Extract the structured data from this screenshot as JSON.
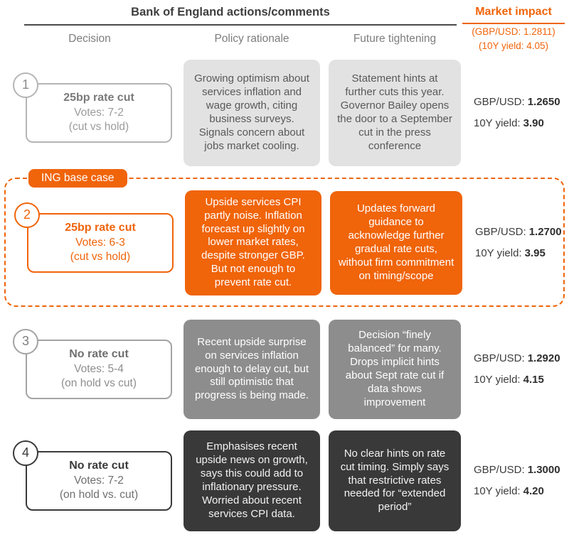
{
  "colors": {
    "accent_orange": "#f0640a",
    "light_gray_box": "#e2e2e2",
    "mid_gray_box": "#8d8d8d",
    "dark_box": "#393939",
    "header_text": "#3f3f3f"
  },
  "header": {
    "title": "Bank of England actions/comments",
    "market_impact": "Market impact",
    "market_sub_gbp": "(GBP/USD: 1.2811)",
    "market_sub_yield": "(10Y yield: 4.05)",
    "col_decision": "Decision",
    "col_policy": "Policy rationale",
    "col_future": "Future tightening"
  },
  "labels": {
    "gbp": "GBP/USD:",
    "yield": "10Y yield:"
  },
  "base_case_badge": "ING base case",
  "rows": [
    {
      "number": "1",
      "decision_title": "25bp rate cut",
      "votes": "Votes: 7-2",
      "note": "(cut vs hold)",
      "policy": "Growing optimism about services inflation and wage growth, citing business surveys. Signals concern about jobs market cooling.",
      "future": "Statement hints at further cuts this year. Governor Bailey opens the door to a September cut in the press conference",
      "gbpusd": "1.2650",
      "yield10y": "3.90"
    },
    {
      "number": "2",
      "decision_title": "25bp rate cut",
      "votes": "Votes: 6-3",
      "note": "(cut vs hold)",
      "policy": "Upside services CPI partly noise. Inflation forecast up slightly on lower market rates, despite stronger GBP. But not enough to prevent rate cut.",
      "future": "Updates forward guidance to acknowledge further gradual rate cuts, without firm commitment on timing/scope",
      "gbpusd": "1.2700",
      "yield10y": "3.95"
    },
    {
      "number": "3",
      "decision_title": "No rate cut",
      "votes": "Votes: 5-4",
      "note": "(on hold vs cut)",
      "policy": "Recent upside surprise on services inflation enough to delay cut, but still optimistic that progress is being made.",
      "future": "Decision “finely balanced” for many. Drops implicit hints about Sept rate cut if data shows improvement",
      "gbpusd": "1.2920",
      "yield10y": "4.15"
    },
    {
      "number": "4",
      "decision_title": "No rate cut",
      "votes": "Votes: 7-2",
      "note": "(on hold vs. cut)",
      "policy": "Emphasises recent upside news on growth, says this could add to inflationary pressure. Worried about recent services CPI data.",
      "future": "No clear hints on rate cut timing. Simply says that restrictive rates needed for “extended period”",
      "gbpusd": "1.3000",
      "yield10y": "4.20"
    }
  ]
}
